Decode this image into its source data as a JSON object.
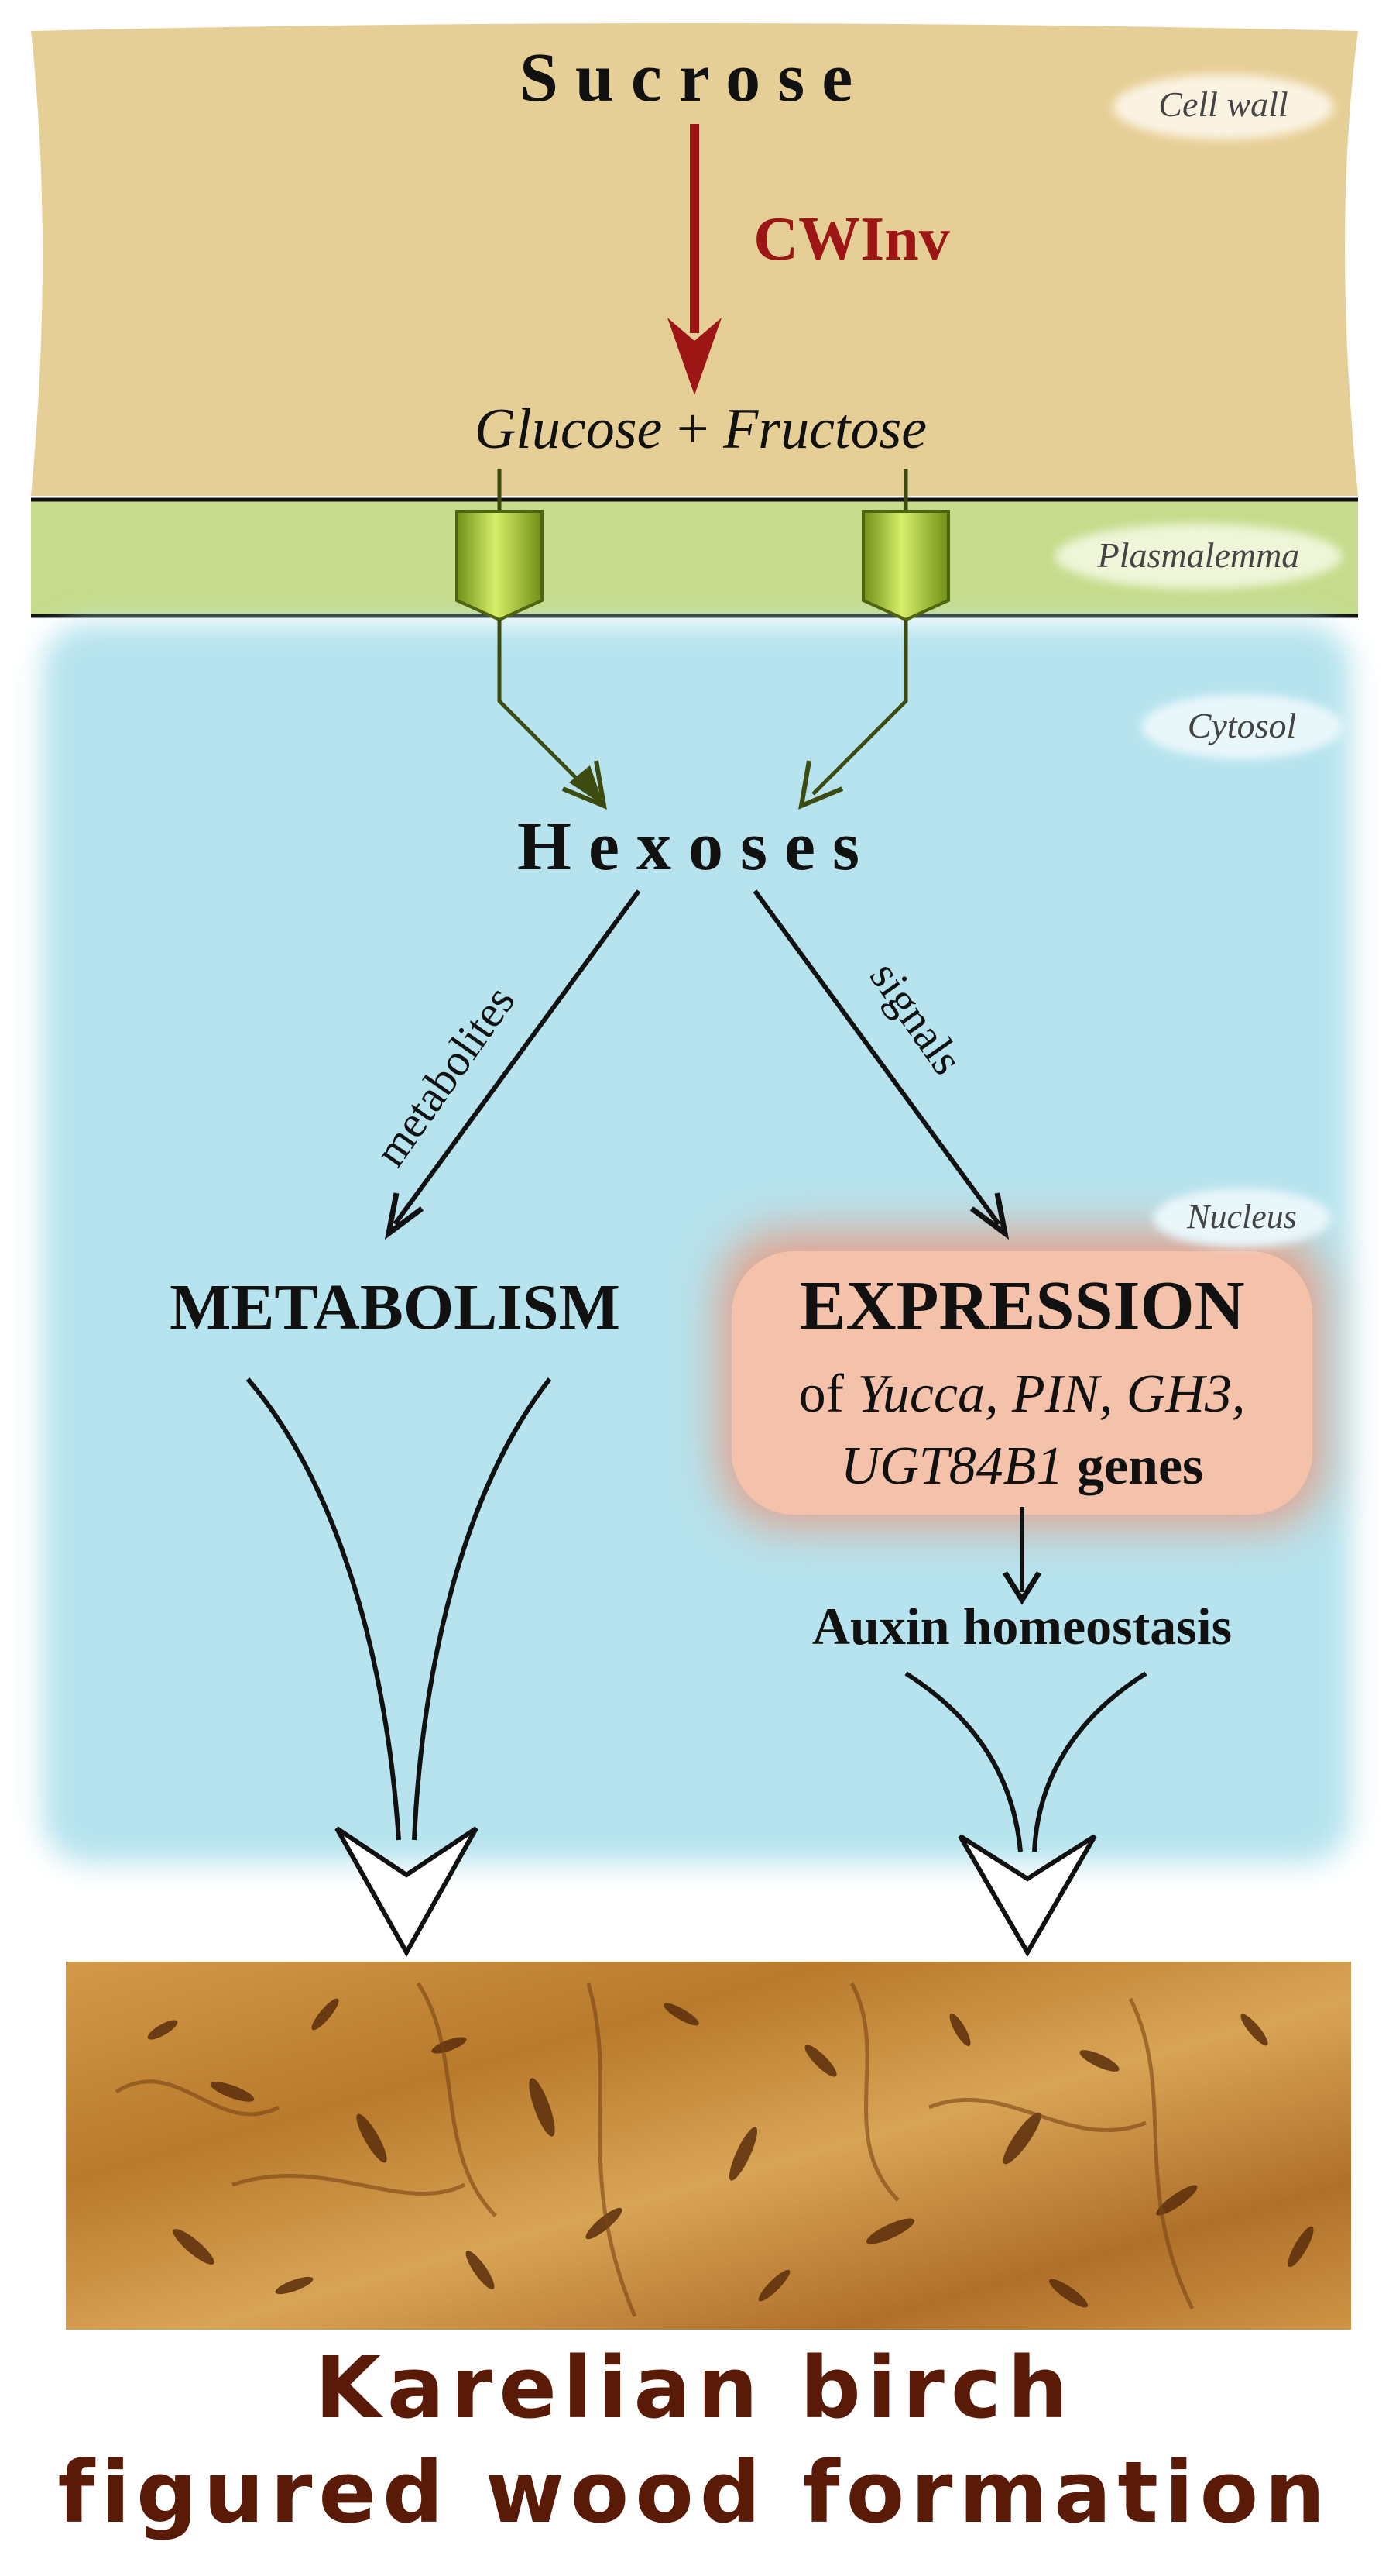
{
  "compartments": {
    "cell_wall": "Cell wall",
    "plasmalemma": "Plasmalemma",
    "cytosol": "Cytosol",
    "nucleus": "Nucleus"
  },
  "nodes": {
    "sucrose": "Sucrose",
    "enzyme": "CWInv",
    "glucose": "Glucose",
    "plus": "+",
    "fructose": "Fructose",
    "hexoses": "Hexoses",
    "metabolism": "METABOLISM",
    "expression": "EXPRESSION",
    "expression_of": "of",
    "genes_line1": "Yucca, PIN, GH3,",
    "genes_line2": "UGT84B1",
    "genes_word": "genes",
    "auxin": "Auxin homeostasis"
  },
  "edges": {
    "metabolites": "metabolites",
    "signals": "signals"
  },
  "result": {
    "line1": "Karelian birch",
    "line2": "figured wood formation"
  },
  "colors": {
    "cell_wall": "#e6cf96",
    "plasmalemma": "#c6dc8c",
    "cytosol": "#b6e3ee",
    "nucleus": "#f2b49c",
    "enzyme": "#9c1616",
    "transport_arrow": "#3d4a10",
    "title": "#5a1a08",
    "wood": "#c9893a"
  }
}
